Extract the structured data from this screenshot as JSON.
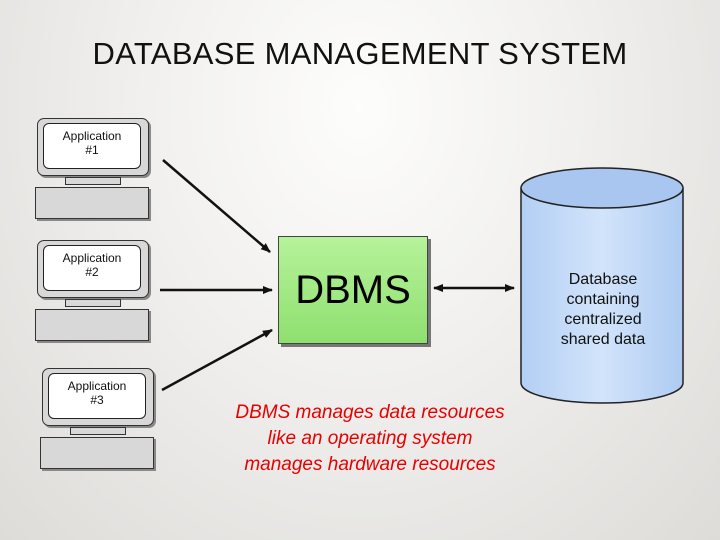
{
  "title": "DATABASE MANAGEMENT SYSTEM",
  "applications": [
    {
      "label_line1": "Application",
      "label_line2": "#1"
    },
    {
      "label_line1": "Application",
      "label_line2": "#2"
    },
    {
      "label_line1": "Application",
      "label_line2": "#3"
    }
  ],
  "dbms": {
    "label": "DBMS"
  },
  "caption": {
    "line1": "DBMS manages data resources",
    "line2": "like an operating system",
    "line3": "manages hardware resources"
  },
  "database": {
    "line1": "Database",
    "line2": "containing",
    "line3": "centralized",
    "line4": "shared data"
  },
  "colors": {
    "dbms_fill": "#9be87c",
    "cylinder_fill": "#c5dcf8",
    "caption_text": "#e80000"
  },
  "icons": [
    "computer-icon",
    "database-cylinder-icon",
    "arrow-icon"
  ]
}
